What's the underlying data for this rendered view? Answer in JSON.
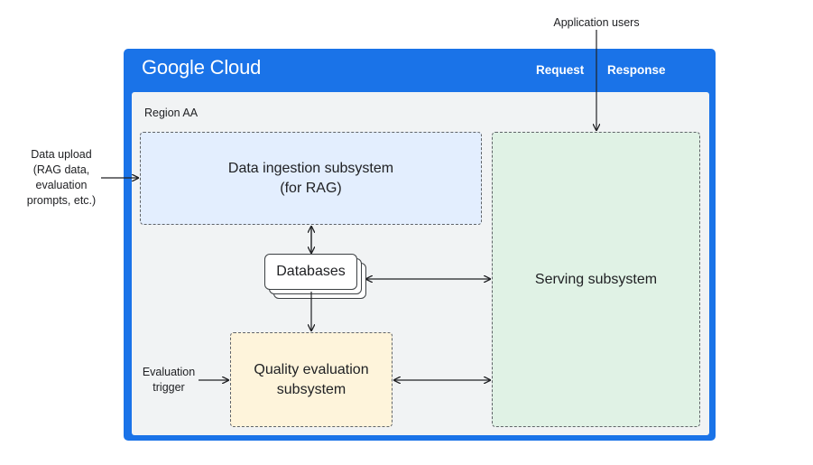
{
  "header": {
    "logo_text": "Google Cloud",
    "request_label": "Request",
    "response_label": "Response"
  },
  "region": {
    "label": "Region AA"
  },
  "subsystems": {
    "ingestion": "Data ingestion subsystem\n(for RAG)",
    "databases": "Databases",
    "quality": "Quality evaluation\nsubsystem",
    "serving": "Serving subsystem"
  },
  "external": {
    "application_users": "Application users",
    "data_upload": "Data upload\n(RAG data,\nevaluation\nprompts, etc.)",
    "evaluation_trigger": "Evaluation\ntrigger"
  },
  "colors": {
    "frame": "#1a73e8",
    "region_bg": "#f1f3f4",
    "ingestion_bg": "#e3eefe",
    "serving_bg": "#e0f2e5",
    "quality_bg": "#fef4db"
  }
}
